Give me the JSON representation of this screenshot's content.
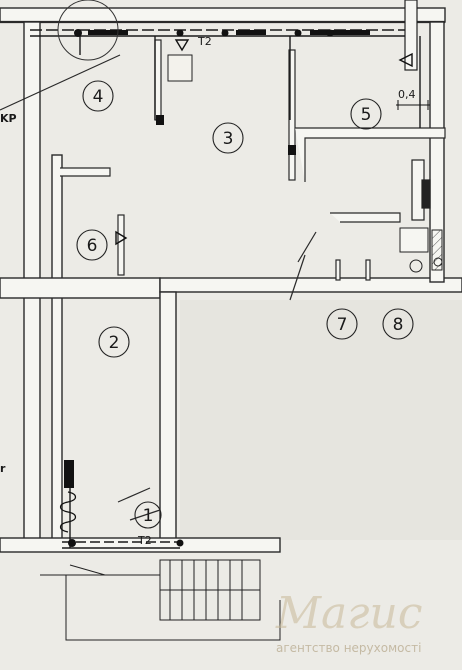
{
  "rooms": [
    {
      "id": "1",
      "label": "1"
    },
    {
      "id": "2",
      "label": "2"
    },
    {
      "id": "3",
      "label": "3"
    },
    {
      "id": "4",
      "label": "4"
    },
    {
      "id": "5",
      "label": "5"
    },
    {
      "id": "6",
      "label": "6"
    },
    {
      "id": "7",
      "label": "7"
    },
    {
      "id": "8",
      "label": "8"
    }
  ],
  "labels": {
    "pipe_top": "T2",
    "pipe_bottom": "T2",
    "dimension": "0,4",
    "edge_left_top": "KP",
    "edge_left_mid": "r"
  },
  "watermark": {
    "brand": "Магис",
    "tagline": "агентство нерухомості"
  }
}
